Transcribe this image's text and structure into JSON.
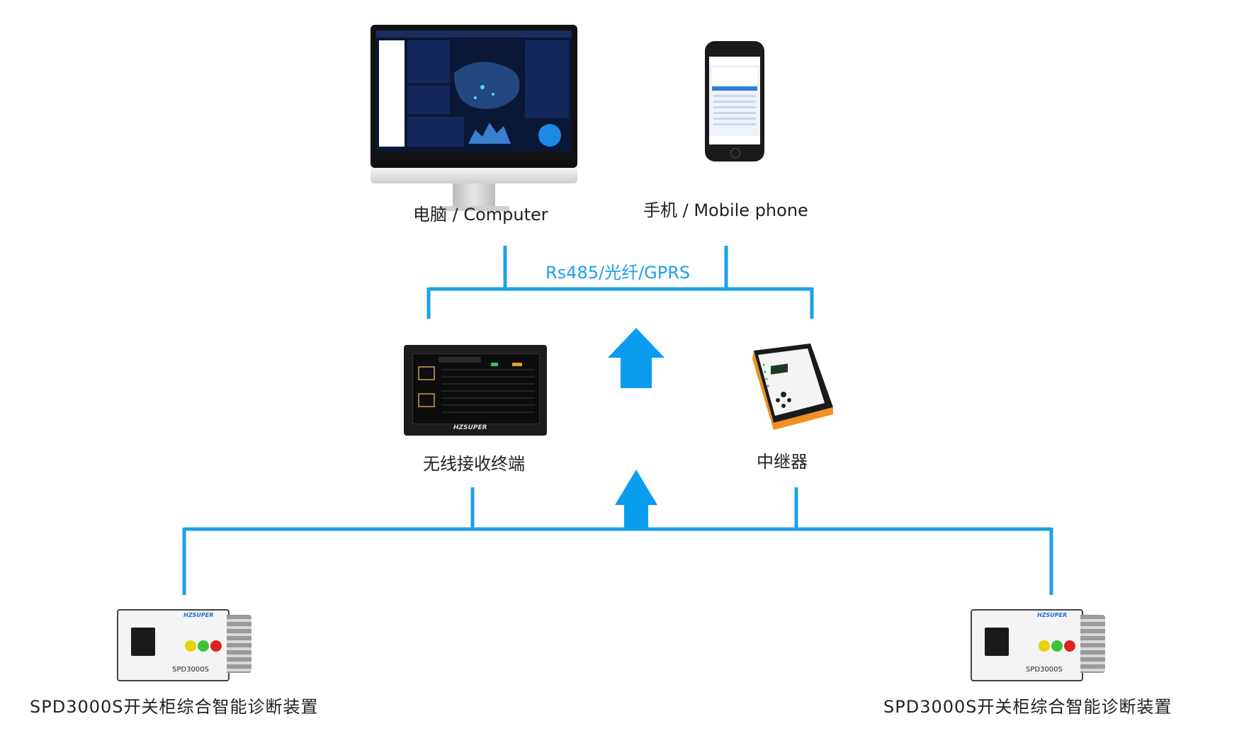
{
  "nodes": {
    "computer": {
      "label": "电脑 / Computer"
    },
    "mobile": {
      "label": "手机 / Mobile phone"
    },
    "terminal": {
      "label": "无线接收终端",
      "brand": "HZSUPER"
    },
    "repeater": {
      "label": "中继器"
    },
    "device_left": {
      "label": "SPD3000S开关柜综合智能诊断装置",
      "model": "SPD3000S",
      "brand": "HZSUPER"
    },
    "device_right": {
      "label": "SPD3000S开关柜综合智能诊断装置",
      "model": "SPD3000S",
      "brand": "HZSUPER"
    }
  },
  "links": {
    "protocol": "Rs485/光纤/GPRS"
  },
  "colors": {
    "connector": "#1ea0e6",
    "arrow": "#0a9cef",
    "label_text": "#222222"
  }
}
